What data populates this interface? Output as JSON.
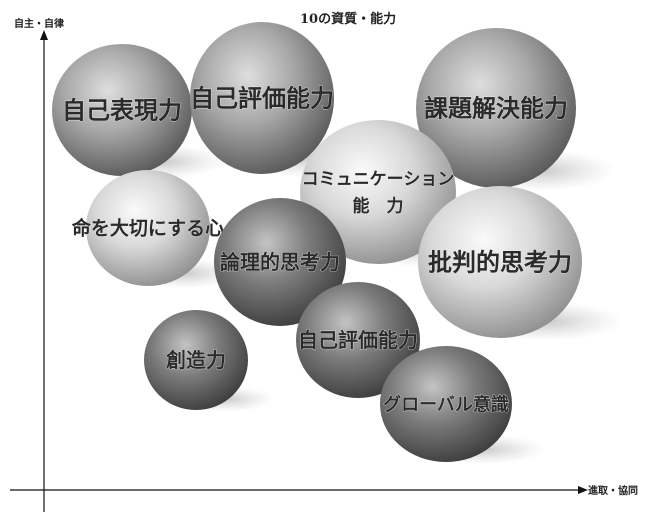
{
  "title": "10の資質・能力",
  "axes": {
    "y_label": "自主・自律",
    "x_label": "進取・協同"
  },
  "bubbles": [
    {
      "label": "自己表現力",
      "lines": [
        "自己表現力"
      ],
      "tone": "mid"
    },
    {
      "label": "自己評価能力",
      "lines": [
        "自己評価能力"
      ],
      "tone": "mid"
    },
    {
      "label": "課題解決能力",
      "lines": [
        "課題解決能力"
      ],
      "tone": "mid"
    },
    {
      "label": "命を大切にする心",
      "lines": [
        "命を大切にする心"
      ],
      "tone": "light"
    },
    {
      "label": "コミュニケーション能力",
      "lines": [
        "コミュニケーション",
        "能　力"
      ],
      "tone": "light"
    },
    {
      "label": "論理的思考力",
      "lines": [
        "論理的思考力"
      ],
      "tone": "dark"
    },
    {
      "label": "批判的思考力",
      "lines": [
        "批判的思考力"
      ],
      "tone": "light"
    },
    {
      "label": "創造力",
      "lines": [
        "創造力"
      ],
      "tone": "dark"
    },
    {
      "label": "自己評価能力",
      "lines": [
        "自己評価能力"
      ],
      "tone": "dark"
    },
    {
      "label": "グローバル意識",
      "lines": [
        "グローバル意識"
      ],
      "tone": "dark"
    }
  ]
}
